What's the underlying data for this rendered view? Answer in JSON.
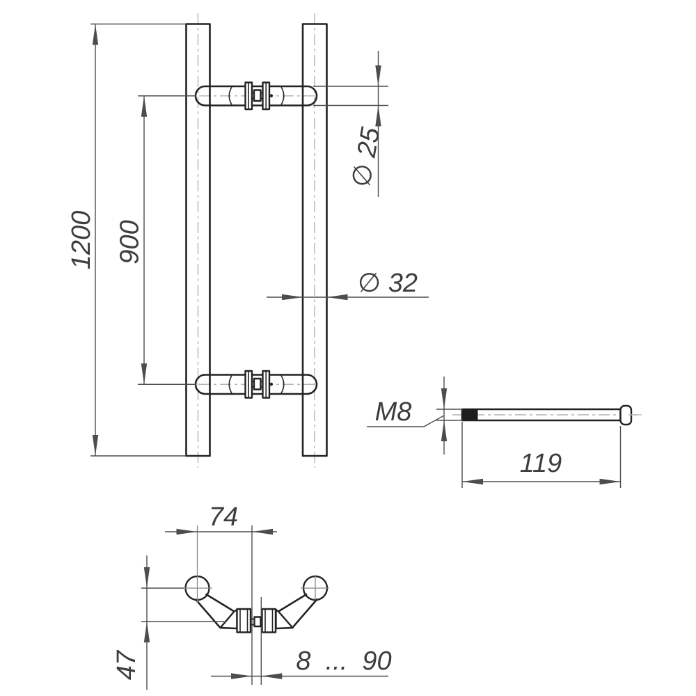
{
  "drawing": {
    "front_view": {
      "overall_length": "1200",
      "center_distance": "900",
      "grip_tube_diameter": "∅ 25",
      "main_tube_diameter": "∅ 32"
    },
    "bolt_view": {
      "thread_size": "M8",
      "bolt_length": "119"
    },
    "top_view": {
      "tube_offset": "74",
      "mount_depth": "47",
      "door_thickness_range": "8  ...  90"
    },
    "colors": {
      "background": "#ffffff",
      "outline": "#232323",
      "dimension_line": "#4d4d4d",
      "centerline": "#b4b4b4",
      "label_text": "#3d3d3d",
      "thread_fill": "#1d1d1d"
    }
  }
}
